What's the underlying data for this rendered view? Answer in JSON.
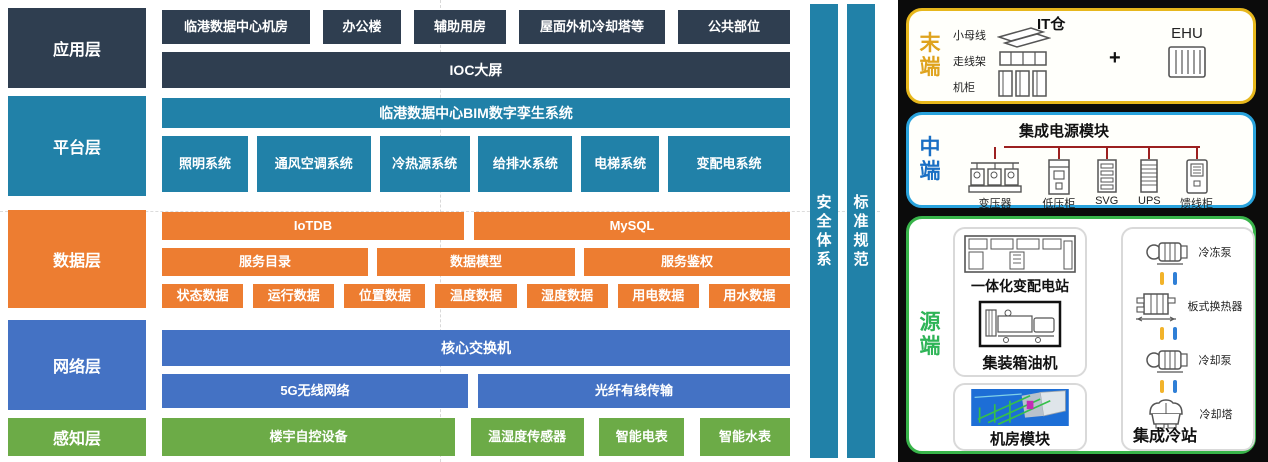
{
  "left": {
    "app": {
      "label": "应用层",
      "buildings": [
        "临港数据中心机房",
        "办公楼",
        "辅助用房",
        "屋面外机冷却塔等",
        "公共部位"
      ],
      "ioc": "IOC大屏"
    },
    "platform": {
      "label": "平台层",
      "bim": "临港数据中心BIM数字孪生系统",
      "systems": [
        "照明系统",
        "通风空调系统",
        "冷热源系统",
        "给排水系统",
        "电梯系统",
        "变配电系统"
      ]
    },
    "data": {
      "label": "数据层",
      "db": [
        "IoTDB",
        "MySQL"
      ],
      "services": [
        "服务目录",
        "数据模型",
        "服务鉴权"
      ],
      "types": [
        "状态数据",
        "运行数据",
        "位置数据",
        "温度数据",
        "湿度数据",
        "用电数据",
        "用水数据"
      ]
    },
    "network": {
      "label": "网络层",
      "core": "核心交换机",
      "links": [
        "5G无线网络",
        "光纤有线传输"
      ]
    },
    "sensing": {
      "label": "感知层",
      "devices": [
        "楼宇自控设备",
        "温湿度传感器",
        "智能电表",
        "智能水表"
      ]
    },
    "bars": [
      "安全体系",
      "标准规范"
    ]
  },
  "right": {
    "terminal": {
      "label": "末端",
      "rows": [
        "小母线",
        "走线架",
        "机柜"
      ],
      "it_title": "IT仓",
      "plus": "+",
      "ehu": "EHU"
    },
    "middle": {
      "label": "中端",
      "title": "集成电源模块",
      "devices": [
        "变压器",
        "低压柜",
        "SVG",
        "UPS",
        "馈线柜"
      ]
    },
    "source": {
      "label": "源端",
      "substation": "一体化变配电站",
      "generator": "集装箱油机",
      "room": "机房模块",
      "station": "集成冷站",
      "chain": [
        "冷冻泵",
        "板式换热器",
        "冷却泵",
        "冷却塔"
      ]
    }
  },
  "colors": {
    "app_navy": "#2f3e50",
    "platform_teal": "#2181a8",
    "data_orange": "#ed7d31",
    "network_blue": "#4472c4",
    "sensing_green": "#6cab47",
    "terminal_border_gold": "#e7b71c",
    "middle_border_cyan": "#29a3dd",
    "source_border_green": "#38b44a",
    "bus_line_red": "#9c2020",
    "panel_black": "#0b0b0b"
  }
}
